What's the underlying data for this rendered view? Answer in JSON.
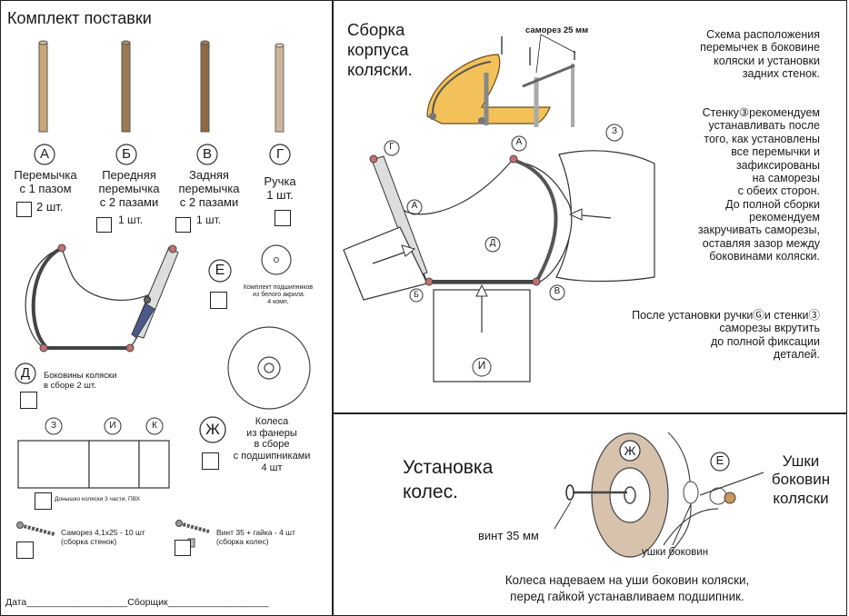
{
  "left": {
    "title": "Комплект поставки",
    "parts": [
      {
        "letter": "А",
        "lines": [
          "Перемычка",
          "с 1 пазом"
        ],
        "qty": "2 шт.",
        "color": "#c9a87c"
      },
      {
        "letter": "Б",
        "lines": [
          "Передняя",
          "перемычка",
          "с 2 пазами"
        ],
        "qty": "1 шт.",
        "color": "#9c7a52"
      },
      {
        "letter": "В",
        "lines": [
          "Задняя",
          "перемычка",
          "с 2 пазами"
        ],
        "qty": "1 шт.",
        "color": "#8e6a44"
      },
      {
        "letter": "Г",
        "lines": [
          "Ручка"
        ],
        "qty": "1 шт.",
        "color": "#cdb59a"
      }
    ],
    "side": {
      "letter": "Д",
      "lines": [
        "Боковины коляски",
        "в сборе 2 шт."
      ]
    },
    "bearings": {
      "letter": "Е",
      "lines": [
        "Комплект подшипников",
        "из белого акрила",
        "4 комп."
      ]
    },
    "wheels": {
      "letter": "Ж",
      "lines": [
        "Колеса",
        "из фанеры",
        "в сборе",
        "с подшипниками",
        "4 шт"
      ]
    },
    "bottom": {
      "letters": [
        "З",
        "И",
        "К"
      ],
      "caption": "Донышко коляски 3 части, ПВХ"
    },
    "screws": {
      "lines": [
        "Саморез 4,1х25 - 10 шт",
        "(сборка стенок)"
      ]
    },
    "bolts": {
      "lines": [
        "Винт 35 + гайка - 4 шт",
        "(сборка колес)"
      ]
    },
    "footer": "Дата___________________Сборщик___________________"
  },
  "top_right": {
    "title_lines": [
      "Сборка",
      "корпуса",
      "коляски."
    ],
    "screw_label": "саморез 25 мм",
    "scheme_lines": [
      "Схема расположения",
      "перемычек в боковине",
      "коляски и установки",
      "задних стенок."
    ],
    "rec_lines": [
      "Стенку③рекомендуем",
      "устанавливать после",
      "того, как установлены",
      "все перемычки и",
      "зафиксированы",
      "на саморезы",
      "с обеих сторон.",
      "До полной сборки",
      "рекомендуем",
      "закручивать саморезы,",
      "оставляя зазор между",
      "боковинами коляски."
    ],
    "after_lines": [
      "После установки ручкиⒼи стенки③",
      "саморезы вкрутить",
      "до полной фиксации",
      "деталей."
    ],
    "labels": {
      "g": "Г",
      "a": "А",
      "a2": "А",
      "z": "З",
      "d": "Д",
      "b": "Б",
      "v": "В",
      "i": "И"
    }
  },
  "bottom_right": {
    "title_lines": [
      "Установка",
      "колес."
    ],
    "letter_zh": "Ж",
    "letter_e": "Е",
    "ears_lines": [
      "Ушки",
      "боковин",
      "коляски"
    ],
    "bolt_label": "винт 35 мм",
    "ears_side_label": "ушки боковин",
    "note_lines": [
      "Колеса надеваем на уши боковин коляски,",
      "перед гайкой устанавливаем подшипник."
    ]
  }
}
